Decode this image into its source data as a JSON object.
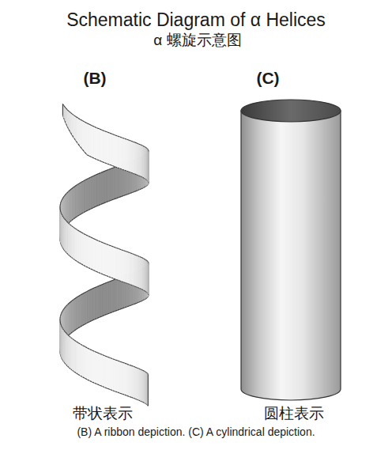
{
  "diagram": {
    "title": "Schematic Diagram of α Helices",
    "caption": "(B) A ribbon depiction. (C) A cylindrical depiction.",
    "labels": [
      "α 螺旋示意图",
      "(B)",
      "(C)",
      "带状表示",
      "圆柱表示"
    ]
  }
}
